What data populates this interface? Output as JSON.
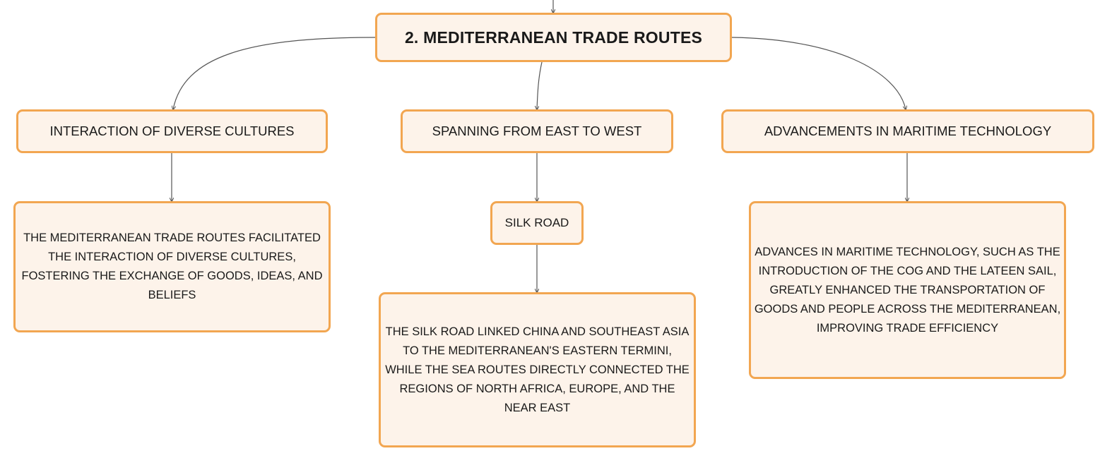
{
  "diagram": {
    "root": {
      "label": "2. MEDITERRANEAN TRADE ROUTES"
    },
    "branches": {
      "interaction": {
        "label": "INTERACTION OF DIVERSE CULTURES",
        "detail": "THE MEDITERRANEAN TRADE ROUTES FACILITATED THE INTERACTION OF DIVERSE CULTURES, FOSTERING THE EXCHANGE OF GOODS, IDEAS, AND BELIEFS"
      },
      "spanning": {
        "label": "SPANNING FROM EAST TO WEST",
        "child": {
          "label": "SILK ROAD",
          "detail": "THE SILK ROAD LINKED CHINA AND SOUTHEAST ASIA TO THE MEDITERRANEAN'S EASTERN TERMINI, WHILE THE SEA ROUTES DIRECTLY CONNECTED THE REGIONS OF NORTH AFRICA, EUROPE, AND THE NEAR EAST"
        }
      },
      "advancements": {
        "label": "ADVANCEMENTS IN MARITIME TECHNOLOGY",
        "detail": "ADVANCES IN MARITIME TECHNOLOGY, SUCH AS THE INTRODUCTION OF THE COG AND THE LATEEN SAIL, GREATLY ENHANCED THE TRANSPORTATION OF GOODS AND PEOPLE ACROSS THE MEDITERRANEAN, IMPROVING TRADE EFFICIENCY"
      }
    },
    "colors": {
      "node_fill": "#fdf3ea",
      "node_border": "#f2a651",
      "connector": "#555555"
    }
  }
}
